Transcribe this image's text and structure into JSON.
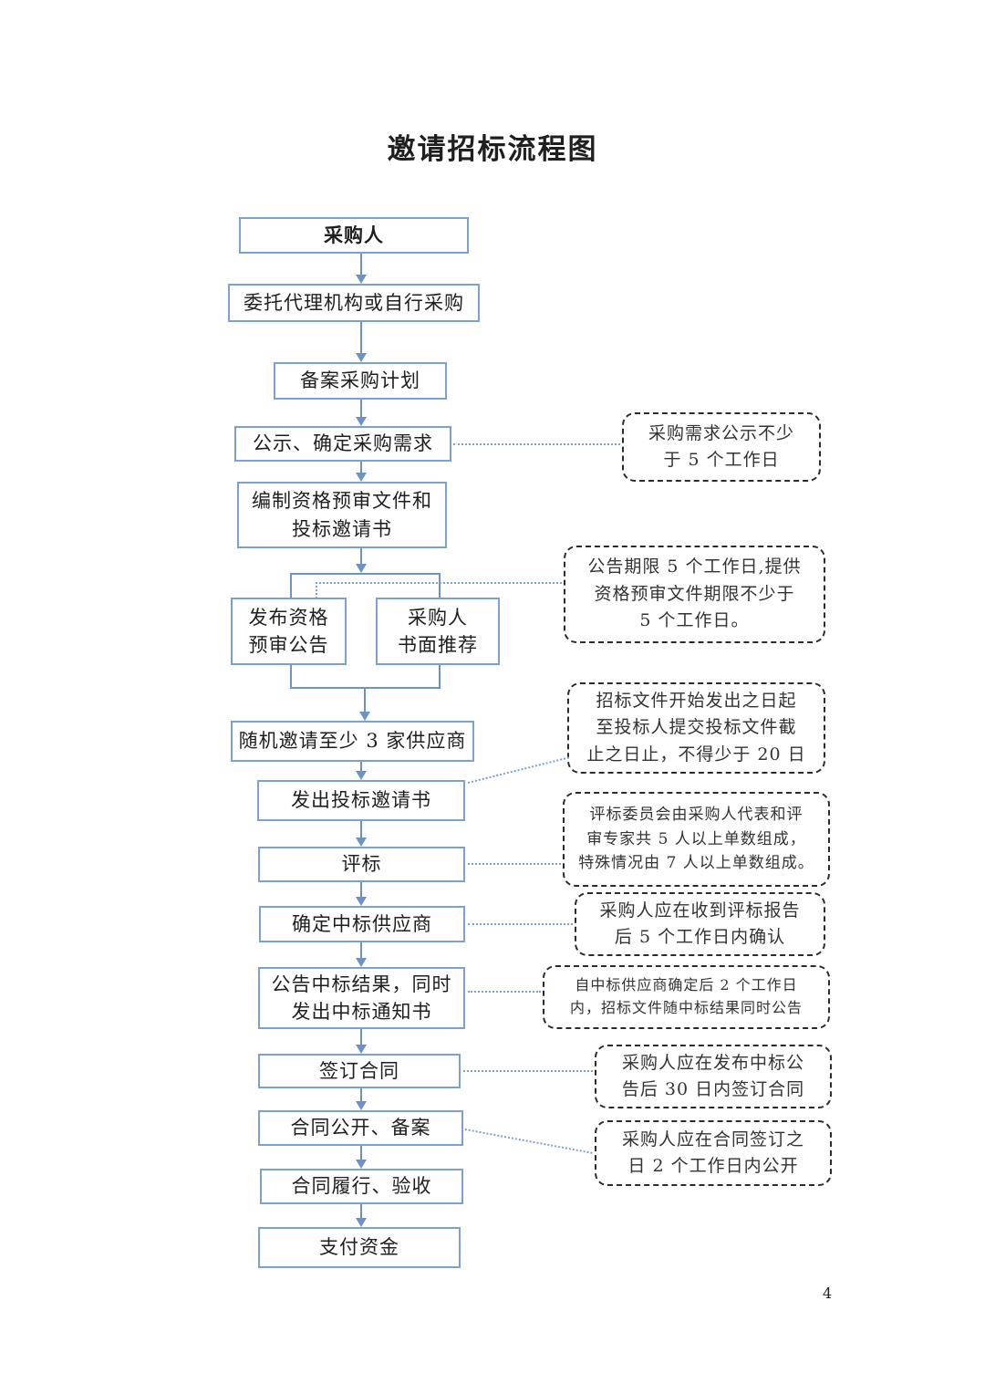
{
  "title": "邀请招标流程图",
  "page_number": "4",
  "colors": {
    "box_border": "#7ba2ce",
    "arrow": "#6b93c4",
    "note_border": "#2b2b2b",
    "dotted_connector": "#7ba2ce",
    "text": "#1f1f1f"
  },
  "nodes": {
    "procurer": "采购人",
    "delegate": "委托代理机构或自行采购",
    "record_plan": "备案采购计划",
    "publicize_demand": "公示、确定采购需求",
    "prepare_docs_line1": "编制资格预审文件和",
    "prepare_docs_line2": "投标邀请书",
    "publish_prequal_line1": "发布资格",
    "publish_prequal_line2": "预审公告",
    "written_recommend_line1": "采购人",
    "written_recommend_line2": "书面推荐",
    "random_invite": "随机邀请至少 3 家供应商",
    "send_invitation": "发出投标邀请书",
    "evaluate": "评标",
    "determine_winner": "确定中标供应商",
    "announce_result_line1": "公告中标结果，同时",
    "announce_result_line2": "发出中标通知书",
    "sign_contract": "签订合同",
    "contract_public": "合同公开、备案",
    "contract_perform": "合同履行、验收",
    "pay_funds": "支付资金"
  },
  "notes": {
    "demand_publicity_line1": "采购需求公示不少",
    "demand_publicity_line2": "于 5 个工作日",
    "announcement_period_line1": "公告期限 5 个工作日,提供",
    "announcement_period_line2": "资格预审文件期限不少于",
    "announcement_period_line3": "5 个工作日。",
    "tender_docs_line1": "招标文件开始发出之日起",
    "tender_docs_line2": "至投标人提交投标文件截",
    "tender_docs_line3": "止之日止，不得少于 20 日",
    "committee_line1": "评标委员会由采购人代表和评",
    "committee_line2": "审专家共 5 人以上单数组成，",
    "committee_line3": "特殊情况由 7 人以上单数组成。",
    "confirm_report_line1": "采购人应在收到评标报告",
    "confirm_report_line2": "后 5 个工作日内确认",
    "announce_within_line1": "自中标供应商确定后 2 个工作日",
    "announce_within_line2": "内，招标文件随中标结果同时公告",
    "sign_within_line1": "采购人应在发布中标公",
    "sign_within_line2": "告后 30 日内签订合同",
    "public_within_line1": "采购人应在合同签订之",
    "public_within_line2": "日 2 个工作日内公开"
  }
}
